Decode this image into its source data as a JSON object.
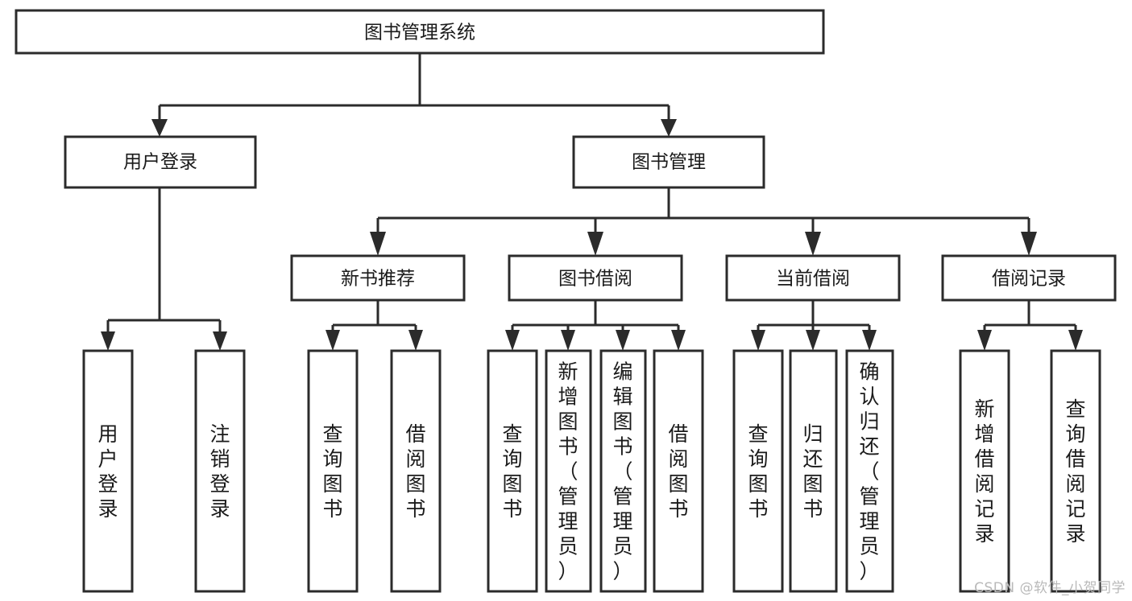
{
  "diagram": {
    "type": "hierarchy-tree",
    "title": "图书管理系统",
    "root": {
      "id": "root",
      "label": "图书管理系统",
      "level": 0
    },
    "level1": [
      {
        "id": "user-login",
        "label": "用户登录"
      },
      {
        "id": "book-management",
        "label": "图书管理"
      }
    ],
    "level2": [
      {
        "id": "new-book-recommend",
        "label": "新书推荐",
        "parent": "book-management"
      },
      {
        "id": "book-borrow",
        "label": "图书借阅",
        "parent": "book-management"
      },
      {
        "id": "current-borrow",
        "label": "当前借阅",
        "parent": "book-management"
      },
      {
        "id": "borrow-record",
        "label": "借阅记录",
        "parent": "book-management"
      }
    ],
    "leaves": [
      {
        "id": "leaf-user-login",
        "label": "用户登录",
        "parent": "user-login"
      },
      {
        "id": "leaf-logout-login",
        "label": "注销登录",
        "parent": "user-login"
      },
      {
        "id": "leaf-query-book-1",
        "label": "查询图书",
        "parent": "new-book-recommend"
      },
      {
        "id": "leaf-borrow-book-1",
        "label": "借阅图书",
        "parent": "new-book-recommend"
      },
      {
        "id": "leaf-query-book-2",
        "label": "查询图书",
        "parent": "book-borrow"
      },
      {
        "id": "leaf-add-book",
        "label": "新增图书（管理员）",
        "parent": "book-borrow"
      },
      {
        "id": "leaf-edit-book",
        "label": "编辑图书（管理员）",
        "parent": "book-borrow"
      },
      {
        "id": "leaf-borrow-book-2",
        "label": "借阅图书",
        "parent": "book-borrow"
      },
      {
        "id": "leaf-query-book-3",
        "label": "查询图书",
        "parent": "current-borrow"
      },
      {
        "id": "leaf-return-book",
        "label": "归还图书",
        "parent": "current-borrow"
      },
      {
        "id": "leaf-confirm-return",
        "label": "确认归还（管理员）",
        "parent": "current-borrow"
      },
      {
        "id": "leaf-add-record",
        "label": "新增借阅记录",
        "parent": "borrow-record"
      },
      {
        "id": "leaf-query-record",
        "label": "查询借阅记录",
        "parent": "borrow-record"
      }
    ],
    "colors": {
      "stroke": "#2b2b2b",
      "fill": "#ffffff",
      "text": "#1a1a1a",
      "watermark": "#b9b9b9",
      "background": "#ffffff"
    }
  },
  "watermark": {
    "text": "CSDN @软件_小贺同学"
  }
}
